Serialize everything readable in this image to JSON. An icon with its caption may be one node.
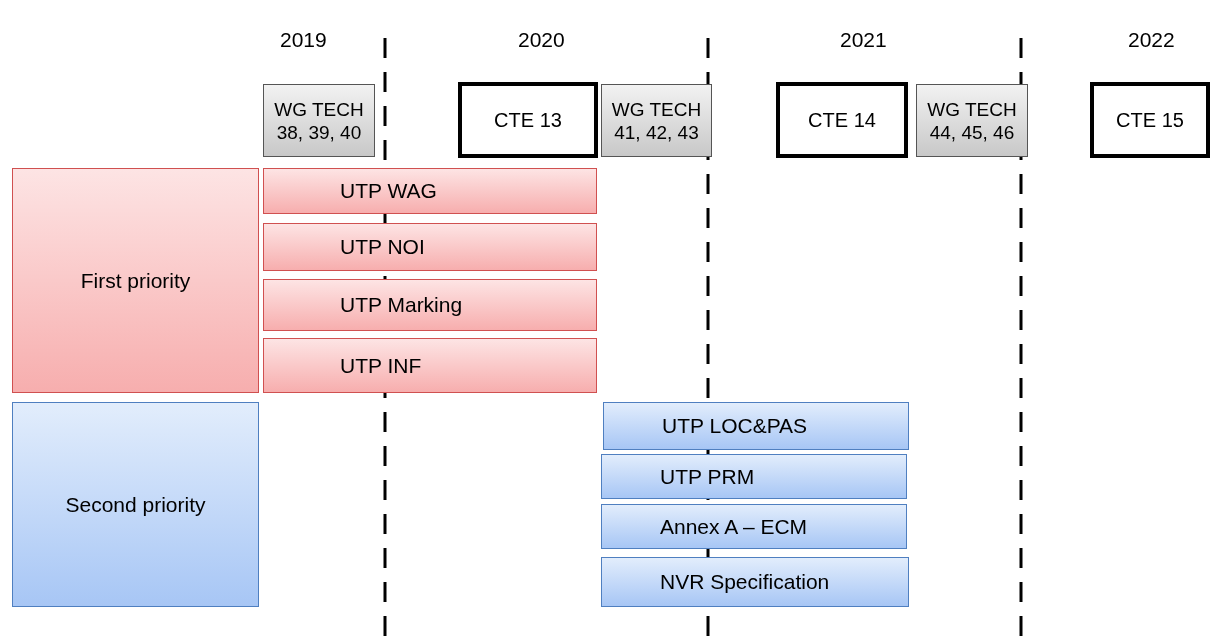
{
  "diagram": {
    "nodes": [
      {
        "text": [
          "WG TECH 38, 39, 40"
        ]
      },
      {
        "text": [
          "CTE 13"
        ]
      },
      {
        "text": [
          "WG TECH 41, 42, 43"
        ]
      },
      {
        "text": [
          "CTE 14"
        ]
      },
      {
        "text": [
          "WG TECH 44, 45, 46"
        ]
      },
      {
        "text": [
          "CTE 15"
        ]
      },
      {
        "text": [
          "First priority"
        ]
      },
      {
        "text": [
          "UTP WAG"
        ]
      },
      {
        "text": [
          "UTP NOI"
        ]
      },
      {
        "text": [
          "UTP Marking"
        ]
      },
      {
        "text": [
          "UTP INF"
        ]
      },
      {
        "text": [
          "Second priority"
        ]
      },
      {
        "text": [
          "UTP LOC&PAS"
        ]
      },
      {
        "text": [
          "UTP PRM"
        ]
      },
      {
        "text": [
          "Annex A – ECM"
        ]
      },
      {
        "text": [
          "NVR Specification"
        ]
      }
    ],
    "labels": [
      "2019",
      "2020",
      "2021",
      "2022"
    ]
  }
}
